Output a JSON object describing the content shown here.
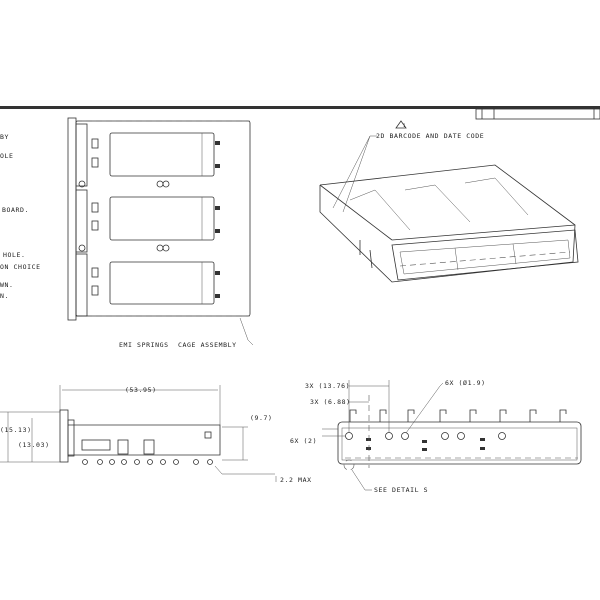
{
  "notes_fragments": [
    "BY",
    "OLE",
    "BOARD.",
    "HOLE.",
    "ON CHOICE",
    "WN.",
    "N."
  ],
  "top_view": {
    "label_emi": "EMI SPRINGS",
    "label_cage": "CAGE ASSEMBLY"
  },
  "iso_view": {
    "revision_marker": "1",
    "label_barcode": "2D BARCODE AND DATE CODE"
  },
  "side_view": {
    "dim_length": "(53.95)",
    "dim_height_overall": "(15.13)",
    "dim_height": "(13.03)",
    "dim_right": "(9.7)",
    "dim_pin": "2.2 MAX"
  },
  "front_view": {
    "dim_pitch_large": "3X (13.76)",
    "dim_pitch_small": "3X (6.88)",
    "dim_hole": "6X (Ø1.9)",
    "dim_offset": "6X (2)",
    "detail_ref": "SEE DETAIL  S"
  }
}
